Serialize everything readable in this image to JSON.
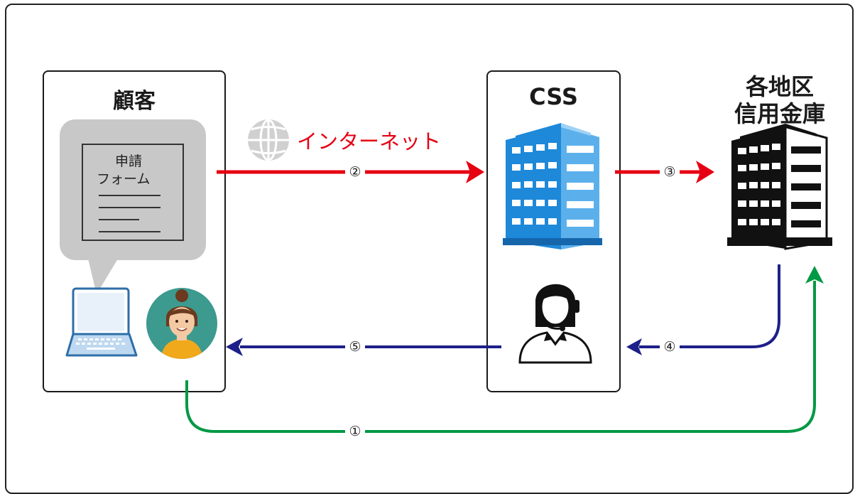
{
  "customer": {
    "title": "顧客",
    "form_line1": "申請",
    "form_line2": "フォーム"
  },
  "css": {
    "title": "CSS"
  },
  "bank": {
    "title_line1": "各地区",
    "title_line2": "信用金庫"
  },
  "internet_label": "インターネット",
  "steps": {
    "s1": "①",
    "s2": "②",
    "s3": "③",
    "s4": "④",
    "s5": "⑤"
  },
  "colors": {
    "red": "#e60012",
    "navy": "#1d2088",
    "green": "#009944",
    "blue": "#1e88d9",
    "teal": "#3c9a8f"
  },
  "icons": [
    "globe-icon",
    "document-icon",
    "laptop-icon",
    "person-icon",
    "office-building-icon",
    "bank-building-icon",
    "operator-headset-icon"
  ]
}
